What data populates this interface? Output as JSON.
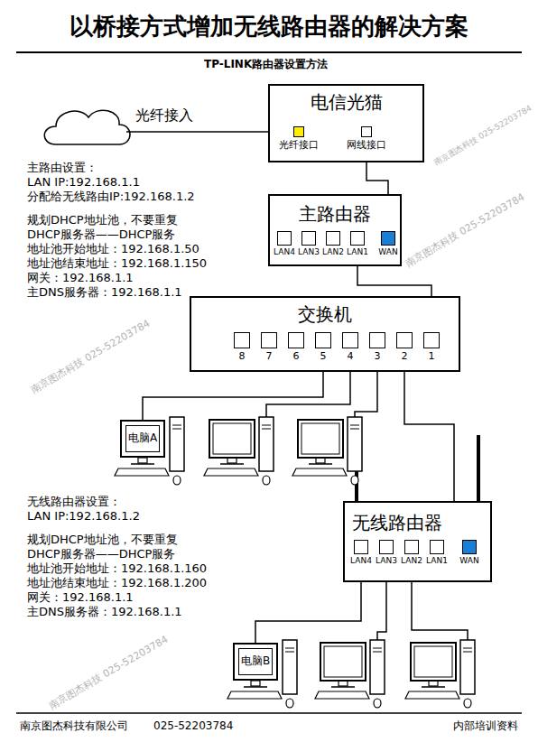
{
  "diagram": {
    "title": "以桥接方式增加无线路由器的解决方案",
    "nodes": [
      {
        "text": [
          "电信光猫"
        ]
      },
      {
        "text": [
          "光纤接口"
        ],
        "in": 0
      },
      {
        "text": [
          "网线接口"
        ],
        "in": 0
      },
      {
        "text": [
          "主路由器"
        ]
      },
      {
        "text": [
          "LAN4"
        ],
        "in": 3
      },
      {
        "text": [
          "LAN3"
        ],
        "in": 3
      },
      {
        "text": [
          "LAN2"
        ],
        "in": 3
      },
      {
        "text": [
          "LAN1"
        ],
        "in": 3
      },
      {
        "text": [
          "WAN"
        ],
        "in": 3
      },
      {
        "text": [
          "交换机"
        ]
      },
      {
        "text": [
          "8"
        ],
        "in": 9
      },
      {
        "text": [
          "7"
        ],
        "in": 9
      },
      {
        "text": [
          "6"
        ],
        "in": 9
      },
      {
        "text": [
          "5"
        ],
        "in": 9
      },
      {
        "text": [
          "4"
        ],
        "in": 9
      },
      {
        "text": [
          "3"
        ],
        "in": 9
      },
      {
        "text": [
          "2"
        ],
        "in": 9
      },
      {
        "text": [
          "1"
        ],
        "in": 9
      },
      {
        "text": [
          "电脑A"
        ]
      },
      {
        "text": [
          "无线路由器"
        ]
      },
      {
        "text": [
          "LAN4"
        ],
        "in": 19
      },
      {
        "text": [
          "LAN3"
        ],
        "in": 19
      },
      {
        "text": [
          "LAN2"
        ],
        "in": 19
      },
      {
        "text": [
          "LAN1"
        ],
        "in": 19
      },
      {
        "text": [
          "WAN"
        ],
        "in": 19
      },
      {
        "text": [
          "电脑B"
        ]
      }
    ],
    "edges": [
      {
        "from": 2,
        "to": 8,
        "arrow": "none"
      },
      {
        "from": 7,
        "to": 17,
        "arrow": "none"
      },
      {
        "from": 13,
        "to": 18,
        "arrow": "none"
      },
      {
        "from": 16,
        "to": 23,
        "arrow": "none"
      },
      {
        "from": 20,
        "to": 25,
        "arrow": "none"
      }
    ],
    "labels": [
      "TP-LINK路由器设置方法",
      "光纤接入",
      "主路由设置：",
      "LAN IP:192.168.1.1",
      "分配给无线路由IP:192.168.1.2",
      "规划DHCP地址池，不要重复",
      "DHCP服务器——DHCP服务",
      "地址池开始地址：192.168.1.50",
      "地址池结束地址：192.168.1.150",
      "网关：192.168.1.1",
      "主DNS服务器：192.168.1.1",
      "无线路由器设置：",
      "LAN IP:192.168.1.2",
      "规划DHCP地址池，不要重复",
      "DHCP服务器——DHCP服务",
      "地址池开始地址：192.168.1.160",
      "地址池结束地址：192.168.1.200",
      "网关：192.168.1.1",
      "主DNS服务器：192.168.1.1",
      "南京图杰科技有限公司",
      "025-52203784",
      "内部培训资料",
      "南京图杰科技 025-52203784",
      "南京图杰科技 025-52203784",
      "南京图杰科技 025-52203784",
      "南京图杰科技 025-52203784"
    ]
  }
}
